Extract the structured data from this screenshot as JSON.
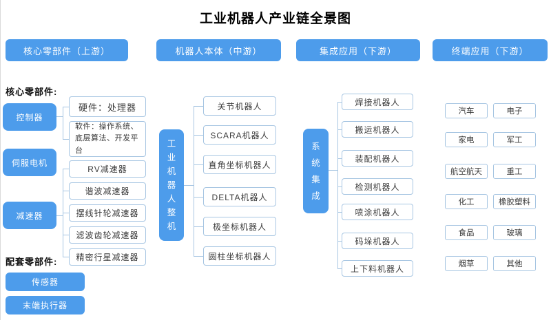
{
  "title": "工业机器人产业链全景图",
  "headers": [
    "核心零部件（上游）",
    "机器人本体（中游）",
    "集成应用（下游）",
    "终端应用（下游）"
  ],
  "upstream": {
    "core_section_label": "核心零部件:",
    "controller": "控制器",
    "controller_children": [
      "硬件：处理器",
      "软件：操作系统、底层算法、开发平台"
    ],
    "servo_motor": "伺服电机",
    "reducer": "减速器",
    "reducer_children": [
      "RV减速器",
      "谐波减速器",
      "摆线针轮减速器",
      "滤波齿轮减速器",
      "精密行星减速器"
    ],
    "support_section_label": "配套零部件:",
    "support_parts": [
      "传感器",
      "末端执行器"
    ]
  },
  "midstream": {
    "hub": "工业机器人整机",
    "robot_types": [
      "关节机器人",
      "SCARA机器人",
      "直角坐标机器人",
      "DELTA机器人",
      "极坐标机器人",
      "圆柱坐标机器人"
    ]
  },
  "downstream_integration": {
    "hub": "系统集成",
    "robots": [
      "焊接机器人",
      "搬运机器人",
      "装配机器人",
      "检测机器人",
      "喷涂机器人",
      "码垛机器人",
      "上下料机器人"
    ]
  },
  "terminal_applications": [
    "汽车",
    "电子",
    "家电",
    "军工",
    "航空航天",
    "重工",
    "化工",
    "橡胶塑料",
    "食品",
    "玻璃",
    "烟草",
    "其他"
  ],
  "colors": {
    "primary_blue": "#4D9CEB",
    "box_border": "#A6C5E2",
    "connector": "#A6C5E2"
  }
}
